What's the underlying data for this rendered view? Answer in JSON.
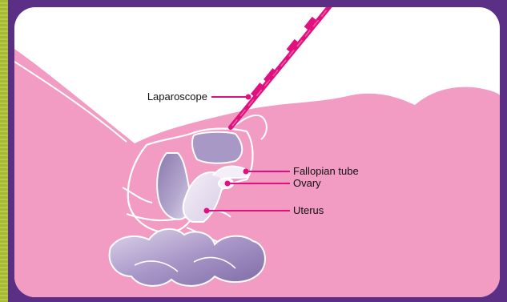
{
  "labels": {
    "laparoscope": "Laparoscope",
    "fallopian_tube": "Fallopian tube",
    "ovary": "Ovary",
    "uterus": "Uterus"
  },
  "colors": {
    "frame": "#5b2f86",
    "accent_stripe": "#a7b835",
    "skin": "#f29bc3",
    "organ": "#9f8ebc",
    "instrument": "#e0117f",
    "label_line": "#e0117f"
  }
}
